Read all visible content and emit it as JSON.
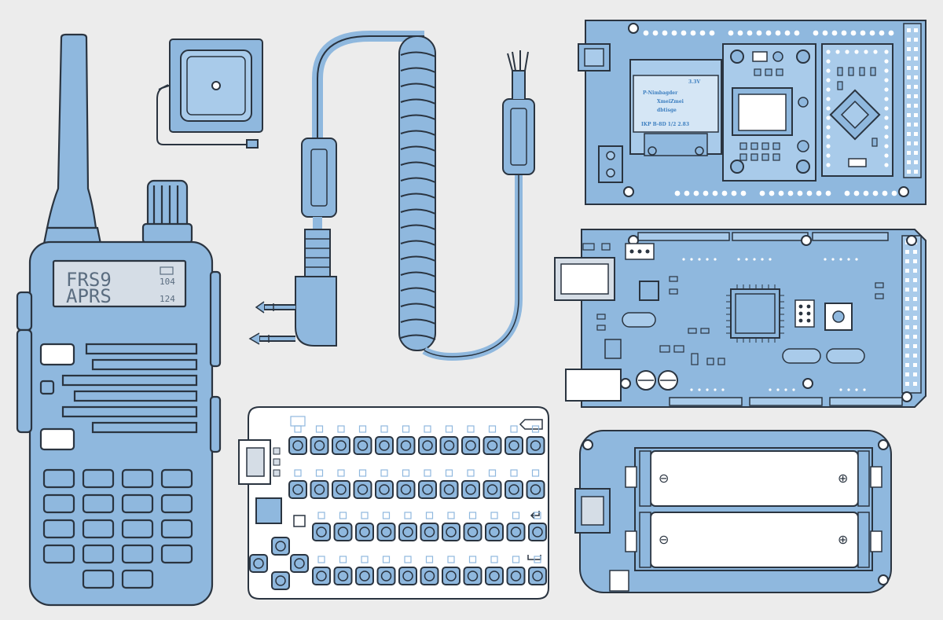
{
  "colors": {
    "background": "#ececec",
    "fill": "#8fb8de",
    "fill_light": "#a9cbea",
    "stroke": "#2a3440",
    "white": "#ffffff",
    "lcd": "#d5dde6"
  },
  "radio": {
    "display_line1": "FRS9",
    "display_line2": "APRS",
    "display_small1": "104",
    "display_small2": "124"
  },
  "oled": {
    "corner": "3.3V",
    "line1": "P-Nimbagder",
    "line2": "XmeiZmei",
    "line3": "dbtisge",
    "line4": "IKP B-8D  1/2 2.83"
  },
  "battery": {
    "top_minus": "⊖",
    "top_plus": "⊕",
    "bottom_minus": "⊖",
    "bottom_plus": "⊕"
  },
  "icons": [
    "handheld-radio-icon",
    "gps-antenna-icon",
    "coiled-cable-icon",
    "oled-shield-icon",
    "microcontroller-board-icon",
    "keypad-board-icon",
    "battery-holder-icon"
  ]
}
